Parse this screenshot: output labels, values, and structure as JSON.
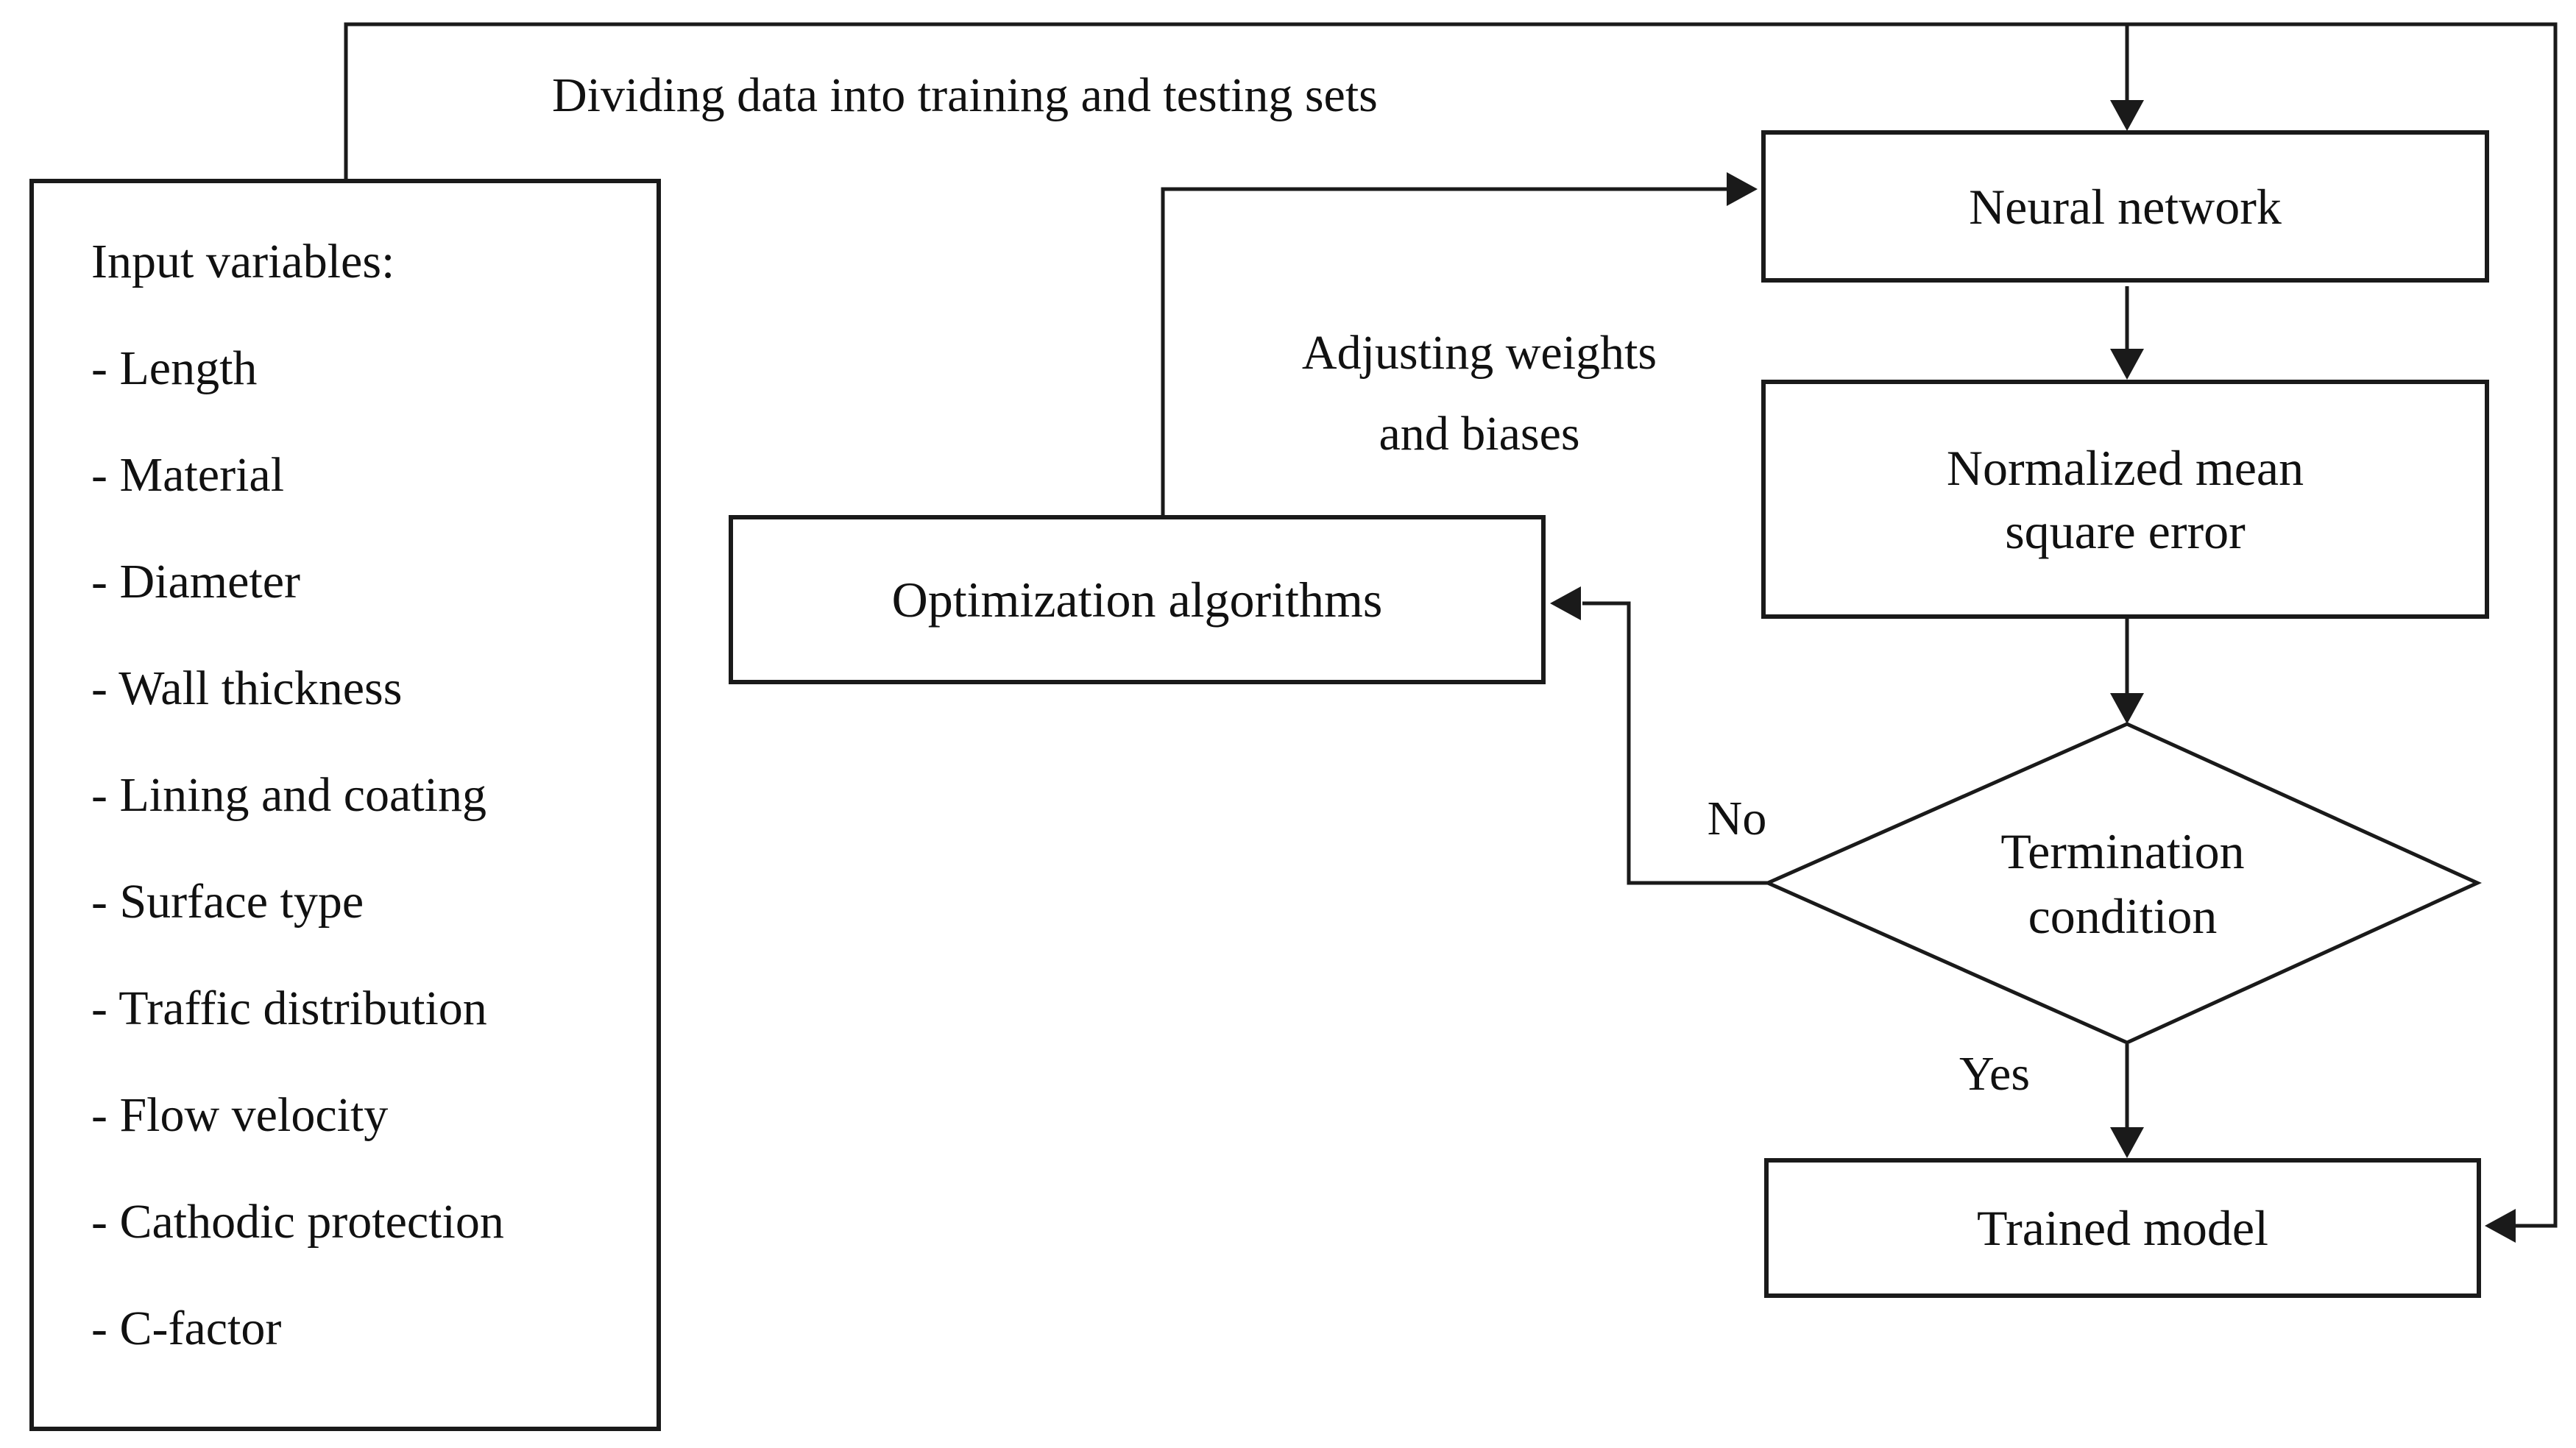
{
  "diagram": {
    "caption": "Dividing data into training and testing sets",
    "input_box": {
      "title": "Input variables:",
      "items": [
        "- Length",
        "- Material",
        "- Diameter",
        "- Wall thickness",
        "- Lining and coating",
        "- Surface type",
        "- Traffic distribution",
        "- Flow velocity",
        "- Cathodic protection",
        "- C-factor"
      ]
    },
    "nodes": {
      "neural_network": "Neural network",
      "nmse_line1": "Normalized mean",
      "nmse_line2": "square error",
      "termination_line1": "Termination",
      "termination_line2": "condition",
      "optimization": "Optimization algorithms",
      "trained_model": "Trained model"
    },
    "edge_labels": {
      "adjusting_line1": "Adjusting weights",
      "adjusting_line2": "and biases",
      "no": "No",
      "yes": "Yes"
    },
    "colors": {
      "line": "#1a1a1a",
      "background": "#ffffff",
      "text": "#111111"
    }
  }
}
